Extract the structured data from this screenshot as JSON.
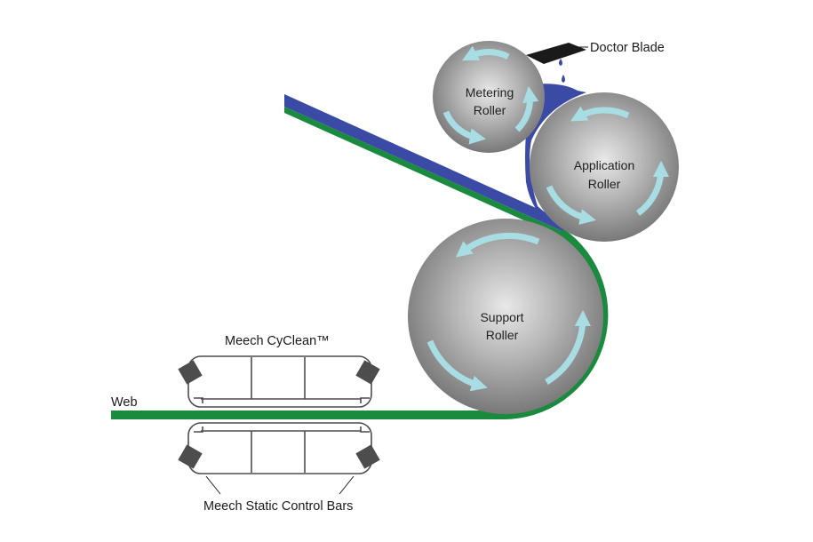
{
  "labels": {
    "doctor_blade": "Doctor Blade",
    "metering_roller_line1": "Metering",
    "metering_roller_line2": "Roller",
    "application_roller_line1": "Application",
    "application_roller_line2": "Roller",
    "support_roller_line1": "Support",
    "support_roller_line2": "Roller",
    "cyclean": "Meech CyClean™",
    "web": "Web",
    "static_bars": "Meech Static Control Bars"
  },
  "colors": {
    "web_green": "#1a8a3e",
    "coating_blue": "#3a4aa5",
    "roller_gray": "#8e8e8e",
    "arrow_cyan": "#a8dde4",
    "blade_black": "#1a1a1a",
    "bar_gray": "#4d4d4d"
  }
}
